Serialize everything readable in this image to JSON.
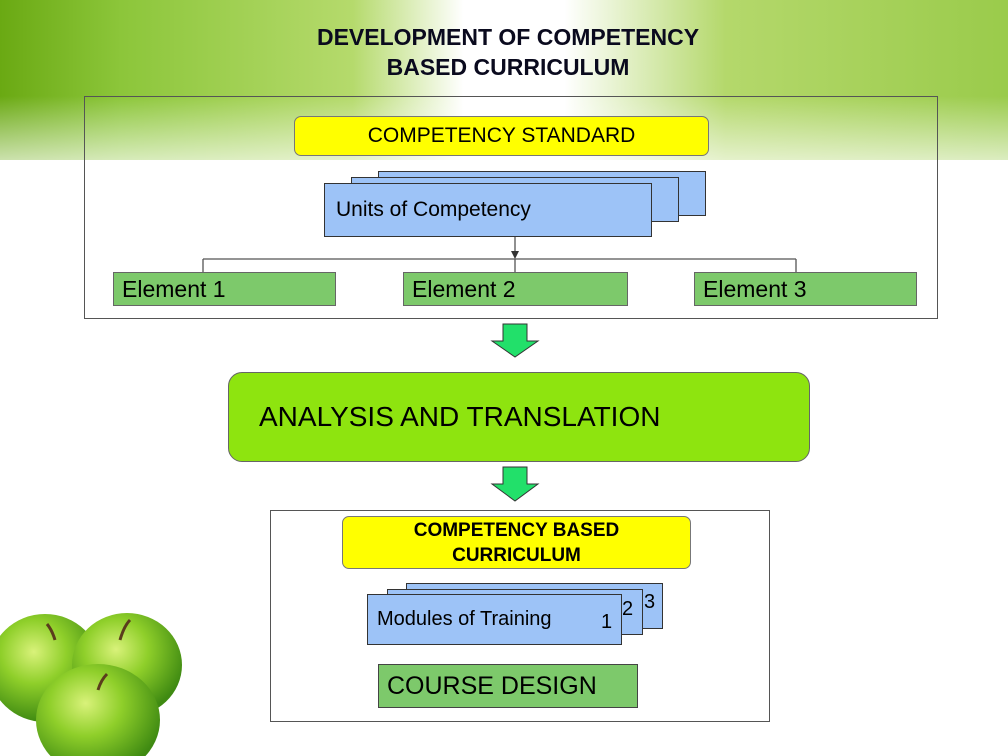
{
  "title": {
    "line1": "DEVELOPMENT OF COMPETENCY",
    "line2": "BASED CURRICULUM"
  },
  "standard": {
    "label": "COMPETENCY STANDARD",
    "units_label": "Units of Competency",
    "elements": [
      "Element 1",
      "Element 2",
      "Element 3"
    ]
  },
  "analysis": {
    "label": "ANALYSIS AND TRANSLATION"
  },
  "curriculum": {
    "label_line1": "COMPETENCY BASED",
    "label_line2": "CURRICULUM",
    "modules_label": "Modules of Training",
    "module_numbers": [
      "1",
      "2",
      "3"
    ],
    "course_design": "COURSE DESIGN"
  },
  "colors": {
    "yellow_box": "#ffff00",
    "element_green": "#7dc96b",
    "analysis_green": "#8ee40f",
    "doc_blue": "#9dc3f7",
    "arrow_green": "#22e06a"
  }
}
